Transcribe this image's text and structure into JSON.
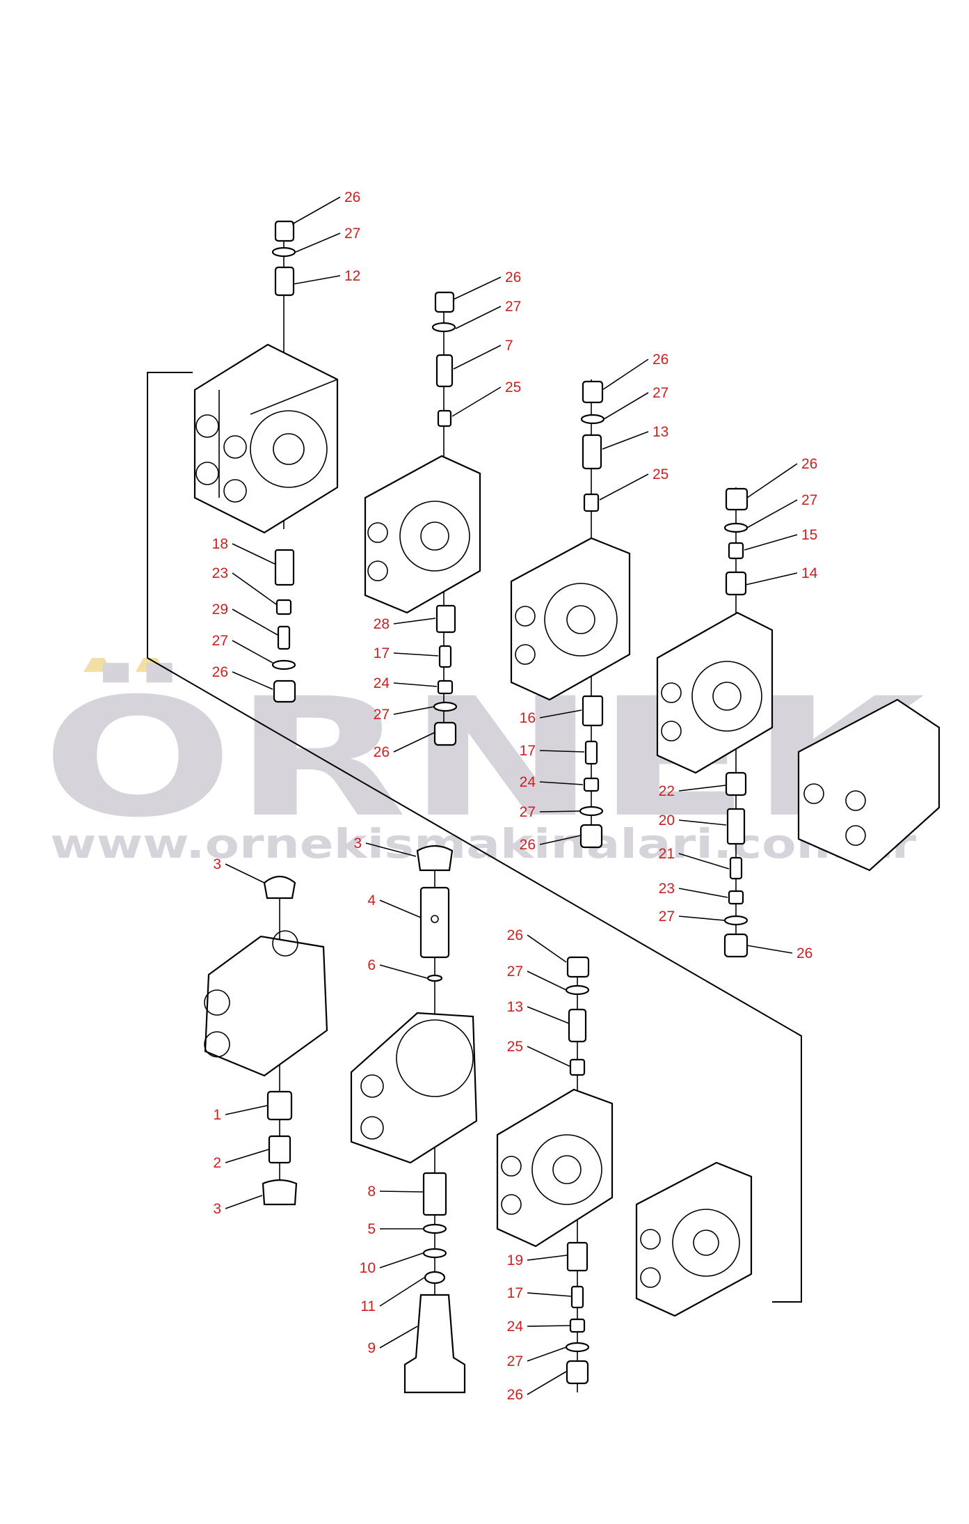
{
  "watermark": {
    "brand": "ÖRNEK",
    "url": "www.ornekismakinalari.com.tr",
    "brand_color": "#d7d3db",
    "accent_color": "#f2dfa6"
  },
  "callout_color": "#cc1f1f",
  "callouts": [
    "26",
    "27",
    "12",
    "18",
    "23",
    "29",
    "27",
    "26",
    "26",
    "27",
    "7",
    "25",
    "28",
    "17",
    "24",
    "27",
    "26",
    "26",
    "27",
    "13",
    "25",
    "16",
    "17",
    "24",
    "27",
    "26",
    "26",
    "27",
    "15",
    "14",
    "22",
    "20",
    "21",
    "23",
    "27",
    "26",
    "3",
    "1",
    "2",
    "3",
    "3",
    "4",
    "6",
    "8",
    "5",
    "10",
    "11",
    "9",
    "26",
    "27",
    "13",
    "25",
    "19",
    "17",
    "24",
    "27",
    "26"
  ]
}
